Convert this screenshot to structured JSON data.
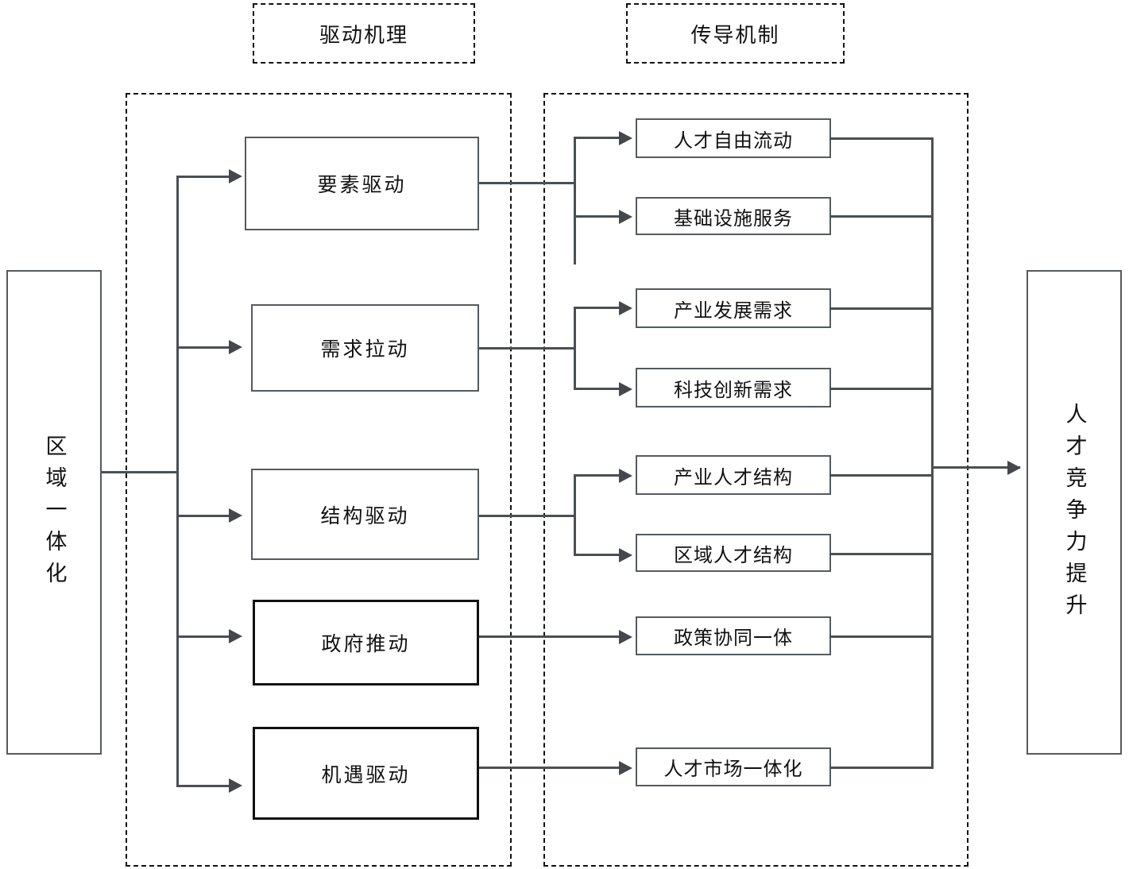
{
  "headers": [
    {
      "id": "driving-mechanism",
      "label": "驱动机理"
    },
    {
      "id": "transmission-mechanism",
      "label": "传导机制"
    }
  ],
  "source": {
    "id": "regional-integration",
    "label": "区域一体化"
  },
  "outcome": {
    "id": "talent-competitiveness",
    "label": "人才竞争力提升"
  },
  "drivers": [
    {
      "id": "factor-driven",
      "label": "要素驱动"
    },
    {
      "id": "demand-pull",
      "label": "需求拉动"
    },
    {
      "id": "structure-driven",
      "label": "结构驱动"
    },
    {
      "id": "government-push",
      "label": "政府推动"
    },
    {
      "id": "opportunity-driven",
      "label": "机遇驱动"
    }
  ],
  "channels": [
    {
      "id": "talent-free-flow",
      "label": "人才自由流动"
    },
    {
      "id": "infrastructure-service",
      "label": "基础设施服务"
    },
    {
      "id": "industry-development-need",
      "label": "产业发展需求"
    },
    {
      "id": "tech-innovation-need",
      "label": "科技创新需求"
    },
    {
      "id": "industry-talent-structure",
      "label": "产业人才结构"
    },
    {
      "id": "regional-talent-structure",
      "label": "区域人才结构"
    },
    {
      "id": "policy-coordination",
      "label": "政策协同一体"
    },
    {
      "id": "talent-market-integration",
      "label": "人才市场一体化"
    }
  ],
  "colors": {
    "line": "#4a4f53",
    "node_border": "#555a5e",
    "node_border_strong": "#111111",
    "dashed_border": "#111111",
    "text": "#111111",
    "background": "#ffffff"
  }
}
